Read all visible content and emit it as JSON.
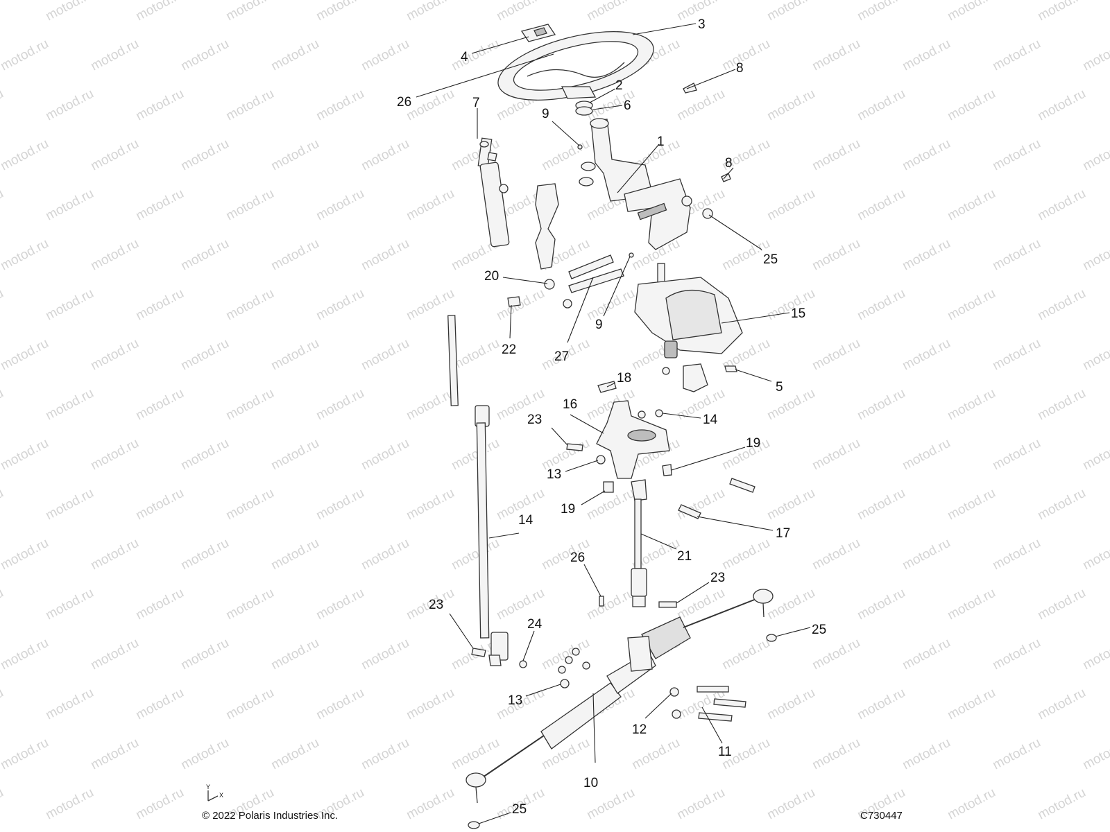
{
  "watermark": "motod.ru",
  "footer": {
    "copyright": "© 2022 Polaris Industries Inc.",
    "diagram_code": "C730447"
  },
  "axis_indicator": {
    "y": "Y",
    "x": "X"
  },
  "callouts": [
    {
      "id": "c3a",
      "label": "3"
    },
    {
      "id": "c4",
      "label": "4"
    },
    {
      "id": "c8a",
      "label": "8"
    },
    {
      "id": "c26a",
      "label": "26"
    },
    {
      "id": "c2",
      "label": "2"
    },
    {
      "id": "c7",
      "label": "7"
    },
    {
      "id": "c6",
      "label": "6"
    },
    {
      "id": "c9a",
      "label": "9"
    },
    {
      "id": "c1",
      "label": "1"
    },
    {
      "id": "c8b",
      "label": "8"
    },
    {
      "id": "c25a",
      "label": "25"
    },
    {
      "id": "c20",
      "label": "20"
    },
    {
      "id": "c15",
      "label": "15"
    },
    {
      "id": "c9b",
      "label": "9"
    },
    {
      "id": "c22",
      "label": "22"
    },
    {
      "id": "c27",
      "label": "27"
    },
    {
      "id": "c18",
      "label": "18"
    },
    {
      "id": "c5",
      "label": "5"
    },
    {
      "id": "c16",
      "label": "16"
    },
    {
      "id": "c23a",
      "label": "23"
    },
    {
      "id": "c14a",
      "label": "14"
    },
    {
      "id": "c19a",
      "label": "19"
    },
    {
      "id": "c13a",
      "label": "13"
    },
    {
      "id": "c19b",
      "label": "19"
    },
    {
      "id": "c14b",
      "label": "14"
    },
    {
      "id": "c17",
      "label": "17"
    },
    {
      "id": "c21",
      "label": "21"
    },
    {
      "id": "c26b",
      "label": "26"
    },
    {
      "id": "c23b",
      "label": "23"
    },
    {
      "id": "c23c",
      "label": "23"
    },
    {
      "id": "c24",
      "label": "24"
    },
    {
      "id": "c25b",
      "label": "25"
    },
    {
      "id": "c13b",
      "label": "13"
    },
    {
      "id": "c12",
      "label": "12"
    },
    {
      "id": "c11",
      "label": "11"
    },
    {
      "id": "c10",
      "label": "10"
    },
    {
      "id": "c25c",
      "label": "25"
    }
  ]
}
